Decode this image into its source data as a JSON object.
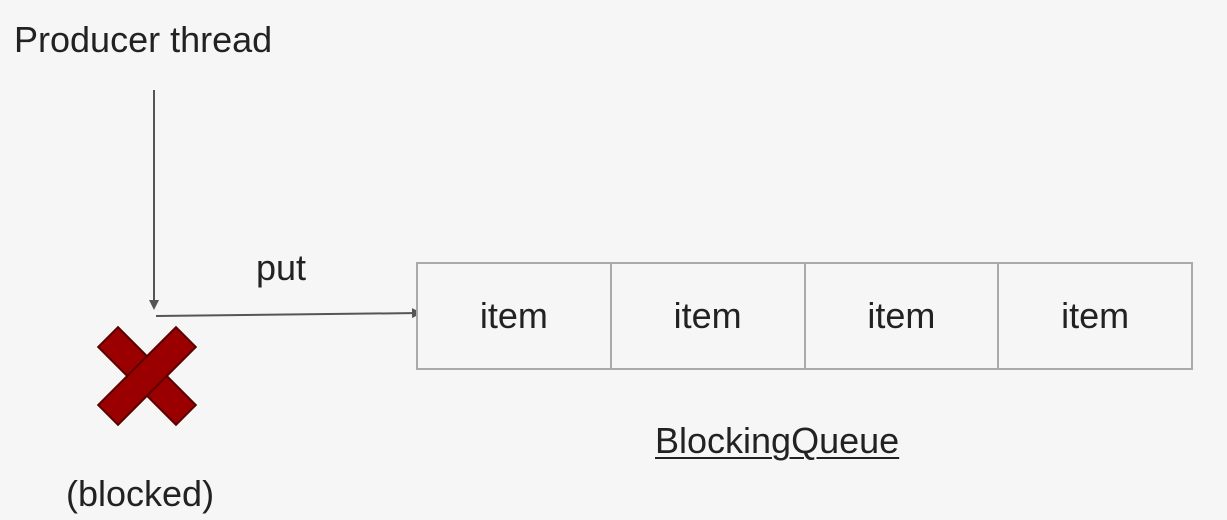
{
  "producer": {
    "label": "Producer thread",
    "status_label": "(blocked)",
    "status_icon": "x-mark-icon",
    "status_color": "#9b0000"
  },
  "operation": {
    "label": "put"
  },
  "queue": {
    "title": "BlockingQueue",
    "items": [
      "item",
      "item",
      "item",
      "item"
    ]
  }
}
